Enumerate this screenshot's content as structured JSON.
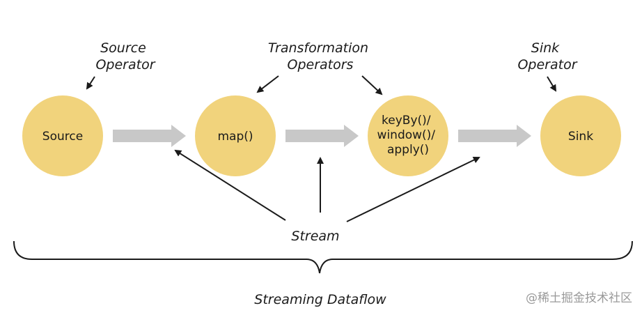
{
  "colors": {
    "node_fill": "#f1d37c",
    "flow_arrow": "#c8c8c8",
    "line": "#1a1a1a",
    "watermark": "#9a9a9a"
  },
  "nodes": {
    "source": {
      "label": "Source"
    },
    "map": {
      "label": "map()"
    },
    "window": {
      "lines": [
        "keyBy()/",
        "window()/",
        "apply()"
      ]
    },
    "sink": {
      "label": "Sink"
    }
  },
  "annotations": {
    "source_operator": {
      "lines": [
        "Source",
        "Operator"
      ]
    },
    "transformation_operators": {
      "lines": [
        "Transformation",
        "Operators"
      ]
    },
    "sink_operator": {
      "lines": [
        "Sink",
        "Operator"
      ]
    },
    "stream": "Stream",
    "streaming_dataflow": "Streaming Dataflow"
  },
  "watermark": "@稀土掘金技术社区"
}
